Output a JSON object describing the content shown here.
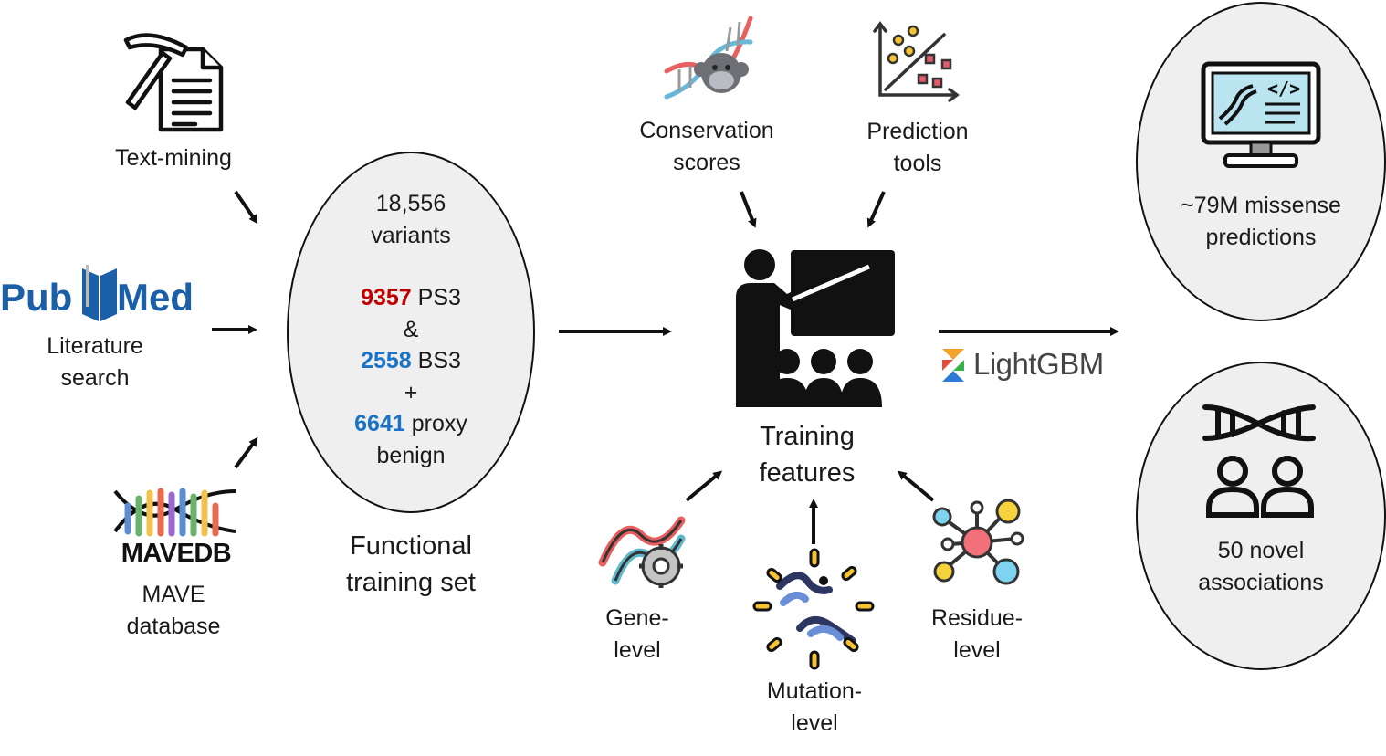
{
  "sources": {
    "textmining": {
      "icon": "pickaxe-document-icon",
      "label": "Text-mining"
    },
    "pubmed": {
      "logo": "pubmed-logo",
      "logo_text_left": "Pub",
      "logo_text_right": "Med",
      "label_line1": "Literature",
      "label_line2": "search"
    },
    "mavedb": {
      "logo": "mavedb-logo",
      "logo_text": "MAVEDB",
      "label_line1": "MAVE",
      "label_line2": "database"
    }
  },
  "training_set": {
    "total_line1": "18,556",
    "total_line2": "variants",
    "ps3_count": "9357",
    "ps3_label": "PS3",
    "amp": "&",
    "bs3_count": "2558",
    "bs3_label": "BS3",
    "plus": "+",
    "proxy_count": "6641",
    "proxy_label": "proxy",
    "proxy_label2": "benign",
    "caption_line1": "Functional",
    "caption_line2": "training set"
  },
  "features": {
    "conservation": {
      "icon": "dna-monkey-icon",
      "label_line1": "Conservation",
      "label_line2": "scores"
    },
    "prediction": {
      "icon": "scatter-plot-icon",
      "label_line1": "Prediction",
      "label_line2": "tools"
    },
    "training": {
      "icon": "teacher-classroom-icon",
      "label_line1": "Training",
      "label_line2": "features"
    },
    "gene": {
      "icon": "dna-gear-icon",
      "label_line1": "Gene-",
      "label_line2": "level"
    },
    "mutation": {
      "icon": "broken-dna-icon",
      "label_line1": "Mutation-",
      "label_line2": "level"
    },
    "residue": {
      "icon": "molecule-icon",
      "label_line1": "Residue-",
      "label_line2": "level"
    }
  },
  "model": {
    "logo": "lightgbm-logo",
    "text": "LightGBM"
  },
  "outputs": {
    "predictions": {
      "icon": "monitor-dna-code-icon",
      "label_line1": "~79M missense",
      "label_line2": "predictions"
    },
    "associations": {
      "icon": "dna-people-icon",
      "label_line1": "50 novel",
      "label_line2": "associations"
    }
  },
  "colors": {
    "ps3": "#c00000",
    "bs3": "#1a73c6",
    "ellipse_fill": "#efefef"
  }
}
